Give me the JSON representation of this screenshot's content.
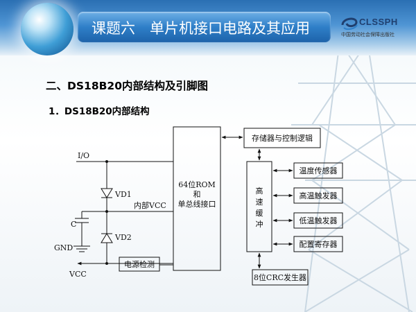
{
  "header": {
    "title": "课题六　单片机接口电路及其应用",
    "logo_text": "CLSSPH",
    "logo_subtext": "中国劳动社会保障出版社"
  },
  "content": {
    "section_title": "二、DS18B20内部结构及引脚图",
    "subsection_title": "1．DS18B20内部结构"
  },
  "diagram": {
    "pins": {
      "io": "I/O",
      "vcc": "VCC",
      "gnd": "GND",
      "cap": "C"
    },
    "diodes": {
      "vd1": "VD1",
      "vd2": "VD2"
    },
    "internal_vcc": "内部VCC",
    "blocks": {
      "rom_line1": "64位ROM",
      "rom_line2": "和",
      "rom_line3": "单总线接口",
      "power_detect": "电源检测",
      "memory_control": "存储器与控制逻辑",
      "buffer_chars": [
        "高",
        "速",
        "缓",
        "冲"
      ],
      "temp_sensor": "温度传感器",
      "high_trigger": "高温触发器",
      "low_trigger": "低温触发器",
      "config_reg": "配置寄存器",
      "crc_gen": "8位CRC发生器"
    }
  },
  "colors": {
    "header_blue": "#2f7fc8",
    "title_text": "#ffffff",
    "line": "#111111"
  }
}
